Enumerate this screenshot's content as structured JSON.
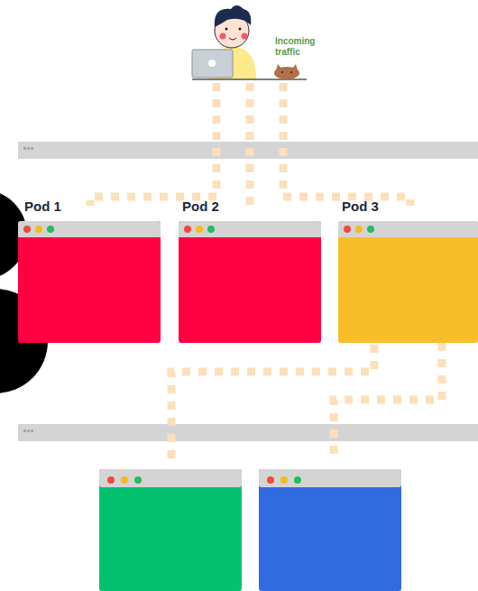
{
  "diagram": {
    "nodes": [
      {
        "text": [
          "Pod 1"
        ]
      },
      {
        "text": [
          "Pod 2"
        ]
      },
      {
        "text": [
          "Pod 3"
        ]
      }
    ],
    "labels": [
      "Incoming traffic"
    ]
  }
}
